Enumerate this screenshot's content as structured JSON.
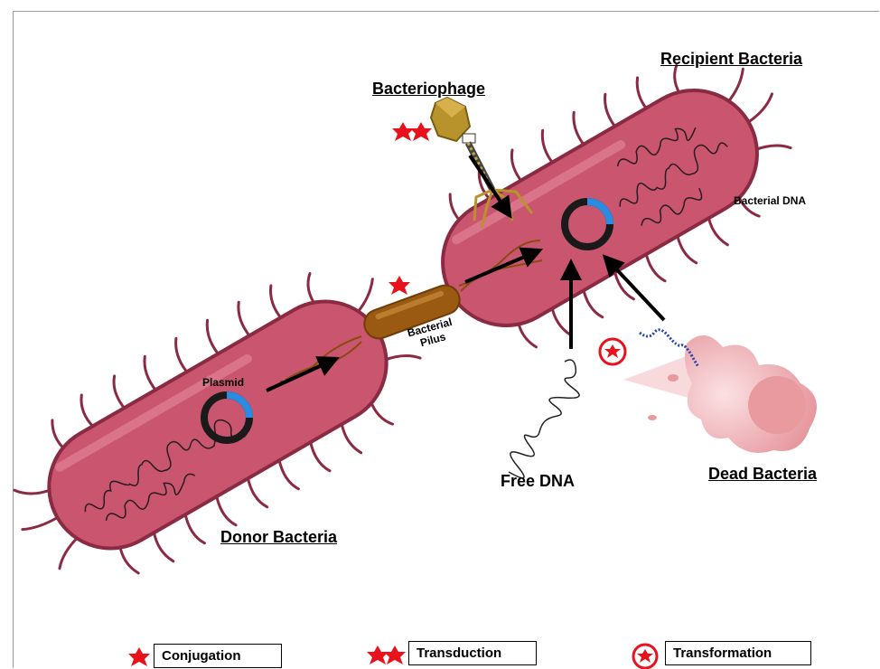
{
  "labels": {
    "recipient": "Recipient Bacteria",
    "bacteriophage": "Bacteriophage",
    "bacterial_dna": "Bacterial DNA",
    "plasmid": "Plasmid",
    "bacterial_pilus_line1": "Bacterial",
    "bacterial_pilus_line2": "Pilus",
    "free_dna": "Free DNA",
    "dead_bacteria": "Dead Bacteria",
    "donor": "Donor Bacteria"
  },
  "legend": [
    {
      "symbol": "single-star-icon",
      "label": "Conjugation"
    },
    {
      "symbol": "double-star-icon",
      "label": "Transduction"
    },
    {
      "symbol": "circled-star-icon",
      "label": "Transformation"
    }
  ],
  "colors": {
    "bacteria_fill": "#c9566e",
    "bacteria_edge": "#8a2a43",
    "pilus": "#9a5a12",
    "phage": "#b8932c",
    "star": "#e8121c",
    "plasmid_ring": "#1a1a1a",
    "plasmid_accent": "#2b8be0",
    "dead_bacteria": "#e89a9e"
  }
}
